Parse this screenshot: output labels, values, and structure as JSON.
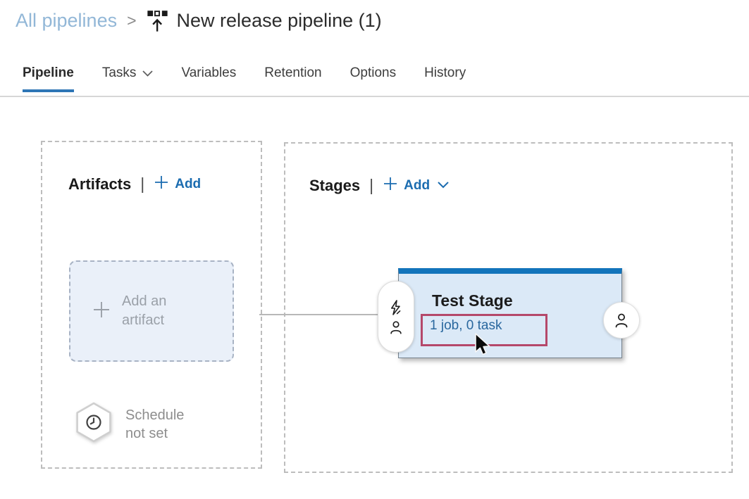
{
  "breadcrumb": {
    "parent": "All pipelines",
    "separator": ">",
    "current": "New release pipeline (1)"
  },
  "tabs": {
    "active": "Pipeline",
    "items": [
      {
        "label": "Pipeline"
      },
      {
        "label": "Tasks"
      },
      {
        "label": "Variables"
      },
      {
        "label": "Retention"
      },
      {
        "label": "Options"
      },
      {
        "label": "History"
      }
    ]
  },
  "artifacts": {
    "title": "Artifacts",
    "divider": "|",
    "add_label": "Add",
    "add_artifact_placeholder": "Add an artifact",
    "schedule_text": "Schedule not set"
  },
  "stages": {
    "title": "Stages",
    "divider": "|",
    "add_label": "Add",
    "stage_card": {
      "name": "Test Stage",
      "job_task_summary": "1 job, 0 task"
    }
  },
  "icons": {
    "release-pipeline-icon": "three squares with up arrow",
    "chevron-down-icon": "v-shaped chevron",
    "plus-icon": "+",
    "trigger-lightning-icon": "lightning bolt",
    "person-icon": "person outline",
    "schedule-clock-icon": "clock inside hexagon",
    "mouse-cursor": "black arrow pointer"
  },
  "colors": {
    "breadcrumb_link": "#92b7d7",
    "link_blue": "#1b6cb0",
    "tab_underline": "#2e75b5",
    "stage_header_bar": "#1274bb",
    "stage_card_bg": "#dbe9f7",
    "stage_link": "#29679e",
    "annotation_red": "#b5486a"
  }
}
